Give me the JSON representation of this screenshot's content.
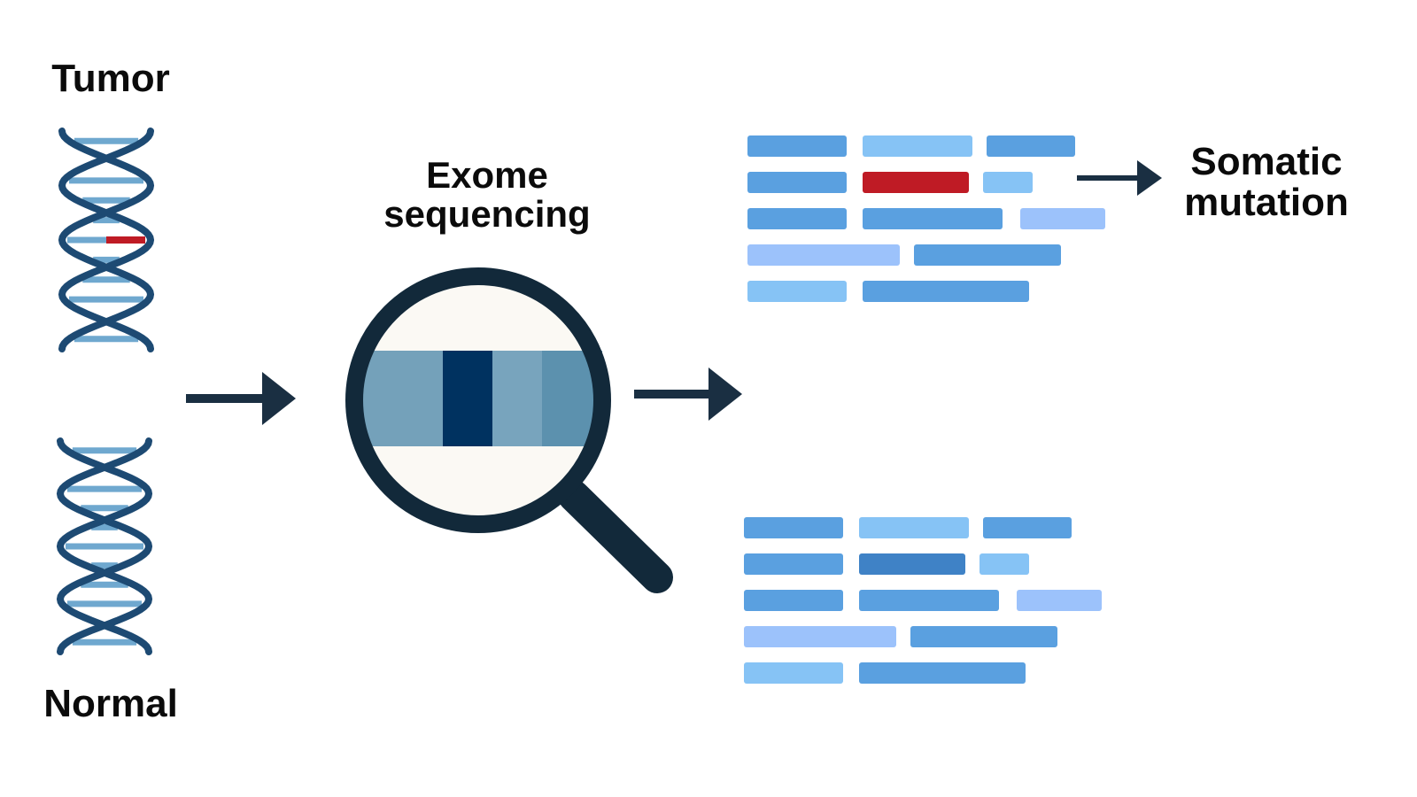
{
  "labels": {
    "tumor": "Tumor",
    "normal": "Normal",
    "exome_line1": "Exome",
    "exome_line2": "sequencing",
    "somatic_line1": "Somatic",
    "somatic_line2": "mutation"
  },
  "colors": {
    "helix_strand": "#1d4a73",
    "helix_rung": "#6fa8cf",
    "mutation": "#bf1b25",
    "arrow": "#1a2f42",
    "lens_frame": "#12293a",
    "read_medium": "#5aa0e0",
    "read_light": "#86c3f5",
    "read_pale": "#9cc2fb",
    "read_dark": "#3f82c6"
  },
  "icons": [
    "dna-helix-icon",
    "magnifier-icon",
    "arrow-right-icon"
  ],
  "reads": {
    "tumor": [
      [
        "medium",
        "light",
        "medium"
      ],
      [
        "medium",
        "mutation",
        "light"
      ],
      [
        "medium",
        "medium",
        "pale"
      ],
      [
        "pale",
        "medium"
      ],
      [
        "light",
        "medium"
      ]
    ],
    "normal": [
      [
        "medium",
        "light",
        "medium"
      ],
      [
        "medium",
        "dark",
        "light"
      ],
      [
        "medium",
        "medium",
        "pale"
      ],
      [
        "pale",
        "medium"
      ],
      [
        "light",
        "medium"
      ]
    ]
  }
}
